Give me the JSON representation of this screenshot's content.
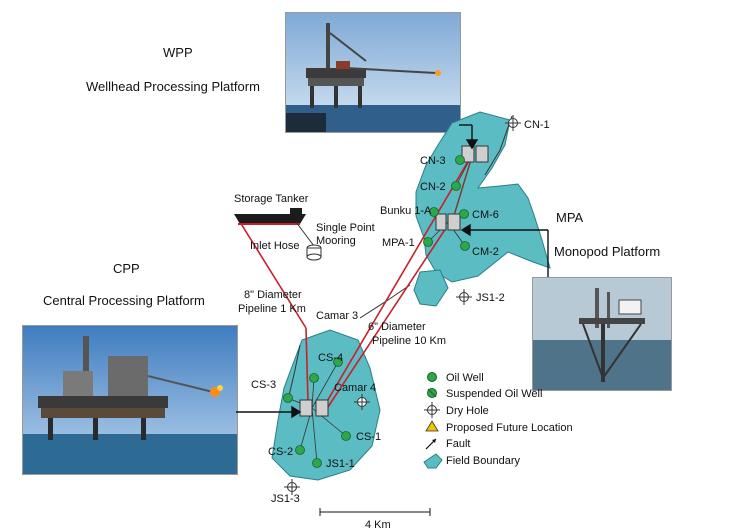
{
  "captions": {
    "wpp_abbr": "WPP",
    "wpp_full": "Wellhead Processing Platform",
    "mpa_abbr": "MPA",
    "mpa_full": "Monopod Platform",
    "cpp_abbr": "CPP",
    "cpp_full": "Central Processing Platform"
  },
  "map_labels": {
    "storage_tanker": "Storage Tanker",
    "single_point_mooring_1": "Single Point",
    "single_point_mooring_2": "Mooring",
    "inlet_hose": "Inlet Hose",
    "pipeline8_1": "8\" Diameter",
    "pipeline8_2": "Pipeline  1 Km",
    "pipeline6_1": "6\" Diameter",
    "pipeline6_2": "Pipeline  10 Km",
    "scale": "4 Km"
  },
  "wells": {
    "cn1": "CN-1",
    "cn3": "CN-3",
    "cn2": "CN-2",
    "bunku1a": "Bunku 1-A",
    "cm6": "CM-6",
    "mpa1": "MPA-1",
    "cm2": "CM-2",
    "js12": "JS1-2",
    "camar3": "Camar 3",
    "cs4": "CS-4",
    "cs3": "CS-3",
    "camar4": "Camar 4",
    "cs1": "CS-1",
    "cs2": "CS-2",
    "js11": "JS1-1",
    "js13": "JS1-3"
  },
  "legend": {
    "oil_well": "Oil Well",
    "suspended_oil_well": "Suspended Oil Well",
    "dry_hole": "Dry Hole",
    "proposed_future_location": "Proposed Future Location",
    "fault": "Fault",
    "field_boundary": "Field Boundary"
  },
  "colors": {
    "field": "#5bbcc3",
    "oil_well": "#2aa84a",
    "pipeline": "#c8202a",
    "proposed": "#f2c200"
  }
}
